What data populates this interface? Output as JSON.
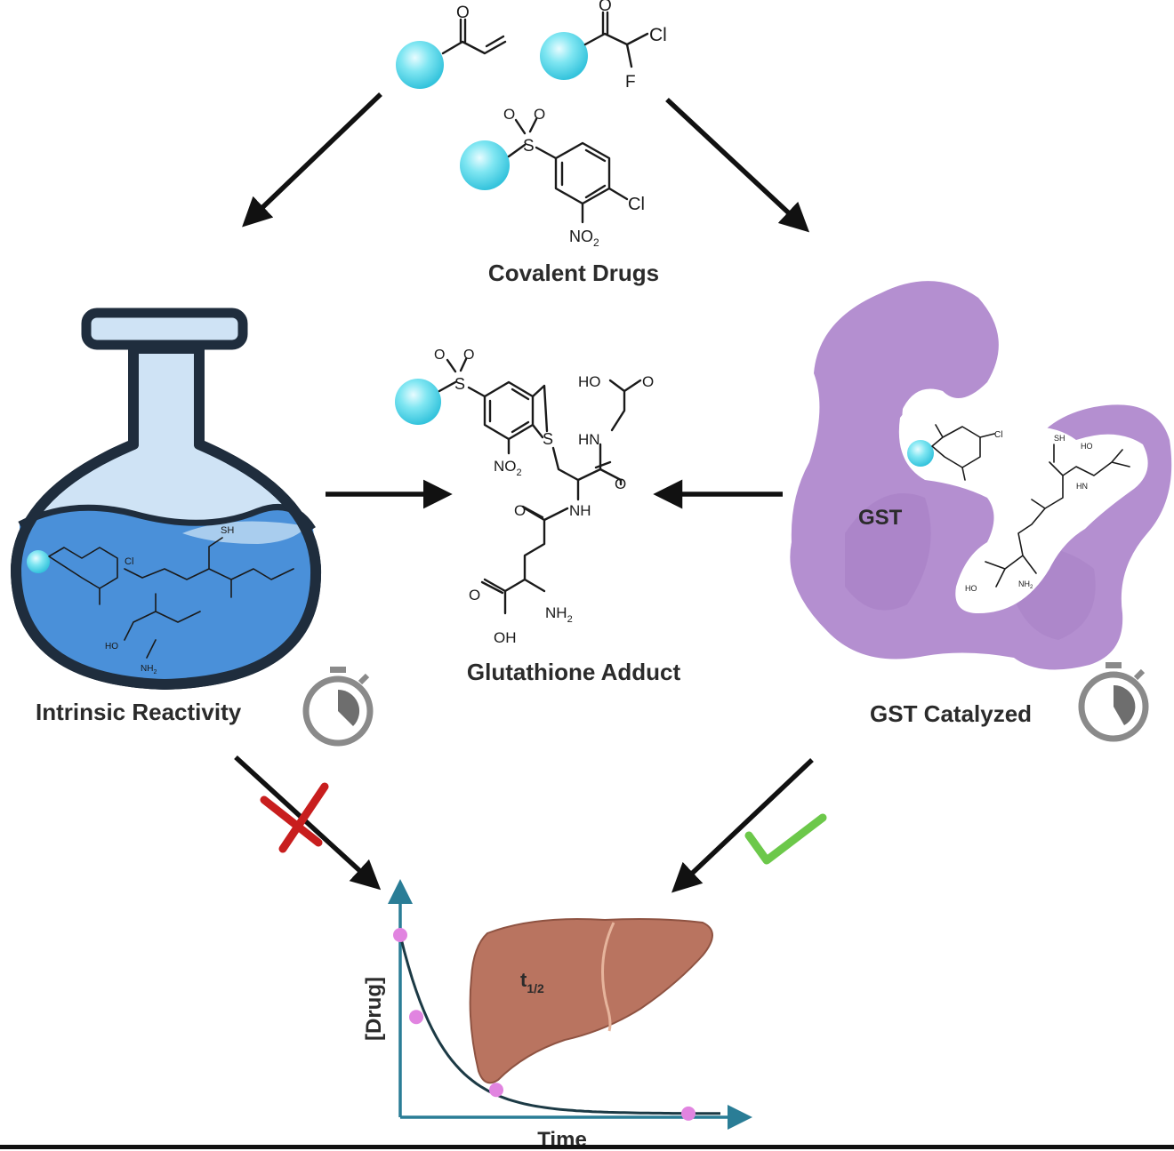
{
  "labels": {
    "covalent_drugs": "Covalent Drugs",
    "glutathione_adduct": "Glutathione Adduct",
    "intrinsic_reactivity": "Intrinsic Reactivity",
    "gst_catalyzed": "GST Catalyzed",
    "gst": "GST",
    "half_life": "t",
    "half_life_sub": "1/2",
    "y_axis": "[Drug]",
    "x_axis": "Time"
  },
  "chem": {
    "O": "O",
    "Cl": "Cl",
    "F": "F",
    "S": "S",
    "NO2": "NO",
    "NO2_sub": "2",
    "HO": "HO",
    "HN": "HN",
    "NH": "NH",
    "NH2": "NH",
    "NH2_sub": "2",
    "OH": "OH"
  },
  "colors": {
    "warhead_bead": "#7fe6f2",
    "flask_liquid": "#4a90d9",
    "flask_glass": "#cfe3f5",
    "flask_outline": "#1f2d3d",
    "gst_protein": "#b48fd0",
    "liver": "#b97460",
    "curve_points": "#e184e0",
    "axis": "#2a7d96",
    "cross": "#c81e1e",
    "check": "#6cc84a"
  },
  "chart_data": {
    "type": "scatter",
    "xlabel": "Time",
    "ylabel": "[Drug]",
    "points": [
      {
        "x": 0,
        "y": 1.0
      },
      {
        "x": 0.05,
        "y": 0.55
      },
      {
        "x": 0.3,
        "y": 0.15
      },
      {
        "x": 0.9,
        "y": 0.02
      }
    ],
    "curve": "exponential decay"
  }
}
